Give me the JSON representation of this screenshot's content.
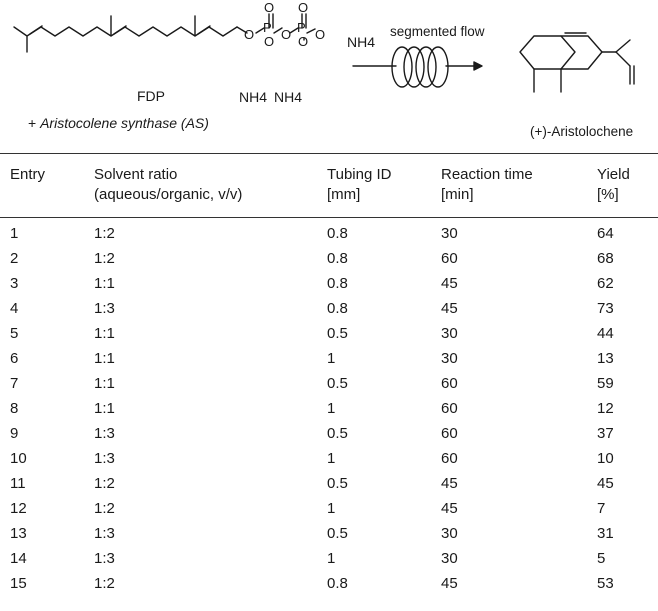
{
  "scheme": {
    "substrate_label": "FDP",
    "counter_ion_1": "NH4",
    "counter_ion_2": "NH4",
    "counter_ion_3": "NH4",
    "flow_label": "segmented flow",
    "enzyme_label_prefix": "+",
    "enzyme_label": "Aristocolene synthase (AS)",
    "product_label": "(+)-Aristolochene",
    "atom_P": "P",
    "atom_O": "O"
  },
  "table": {
    "headers": {
      "entry": "Entry",
      "solvent_1": "Solvent ratio",
      "solvent_2": "(aqueous/organic, v/v)",
      "tubing_1": "Tubing ID",
      "tubing_2": "[mm]",
      "time_1": "Reaction time",
      "time_2": "[min]",
      "yield_1": "Yield",
      "yield_2": "[%]"
    },
    "rows": [
      {
        "entry": "1",
        "ratio": "1:2",
        "tubing": "0.8",
        "time": "30",
        "yield": "64"
      },
      {
        "entry": "2",
        "ratio": "1:2",
        "tubing": "0.8",
        "time": "60",
        "yield": "68"
      },
      {
        "entry": "3",
        "ratio": "1:1",
        "tubing": "0.8",
        "time": "45",
        "yield": "62"
      },
      {
        "entry": "4",
        "ratio": "1:3",
        "tubing": "0.8",
        "time": "45",
        "yield": "73"
      },
      {
        "entry": "5",
        "ratio": "1:1",
        "tubing": "0.5",
        "time": "30",
        "yield": "44"
      },
      {
        "entry": "6",
        "ratio": "1:1",
        "tubing": "1",
        "time": "30",
        "yield": "13"
      },
      {
        "entry": "7",
        "ratio": "1:1",
        "tubing": "0.5",
        "time": "60",
        "yield": "59"
      },
      {
        "entry": "8",
        "ratio": "1:1",
        "tubing": "1",
        "time": "60",
        "yield": "12"
      },
      {
        "entry": "9",
        "ratio": "1:3",
        "tubing": "0.5",
        "time": "60",
        "yield": "37"
      },
      {
        "entry": "10",
        "ratio": "1:3",
        "tubing": "1",
        "time": "60",
        "yield": "10"
      },
      {
        "entry": "11",
        "ratio": "1:2",
        "tubing": "0.5",
        "time": "45",
        "yield": "45"
      },
      {
        "entry": "12",
        "ratio": "1:2",
        "tubing": "1",
        "time": "45",
        "yield": "7"
      },
      {
        "entry": "13",
        "ratio": "1:3",
        "tubing": "0.5",
        "time": "30",
        "yield": "31"
      },
      {
        "entry": "14",
        "ratio": "1:3",
        "tubing": "1",
        "time": "30",
        "yield": "5"
      },
      {
        "entry": "15",
        "ratio": "1:2",
        "tubing": "0.8",
        "time": "45",
        "yield": "53"
      }
    ]
  }
}
